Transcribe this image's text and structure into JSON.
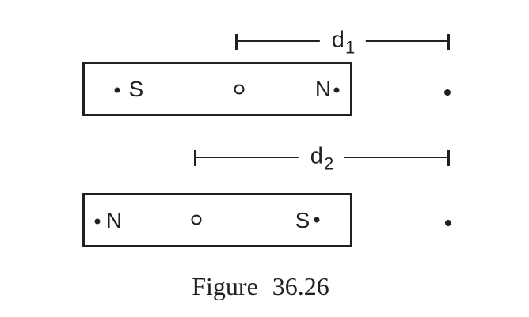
{
  "caption": "Figure 36.26",
  "colors": {
    "ink": "#231f20",
    "background": "#ffffff"
  },
  "magnets": [
    {
      "position": "top",
      "left_pole": "S",
      "right_pole": "N",
      "dimension_label": {
        "base": "d",
        "sub": "1"
      }
    },
    {
      "position": "bottom",
      "left_pole": "N",
      "right_pole": "S",
      "dimension_label": {
        "base": "d",
        "sub": "2"
      }
    }
  ]
}
